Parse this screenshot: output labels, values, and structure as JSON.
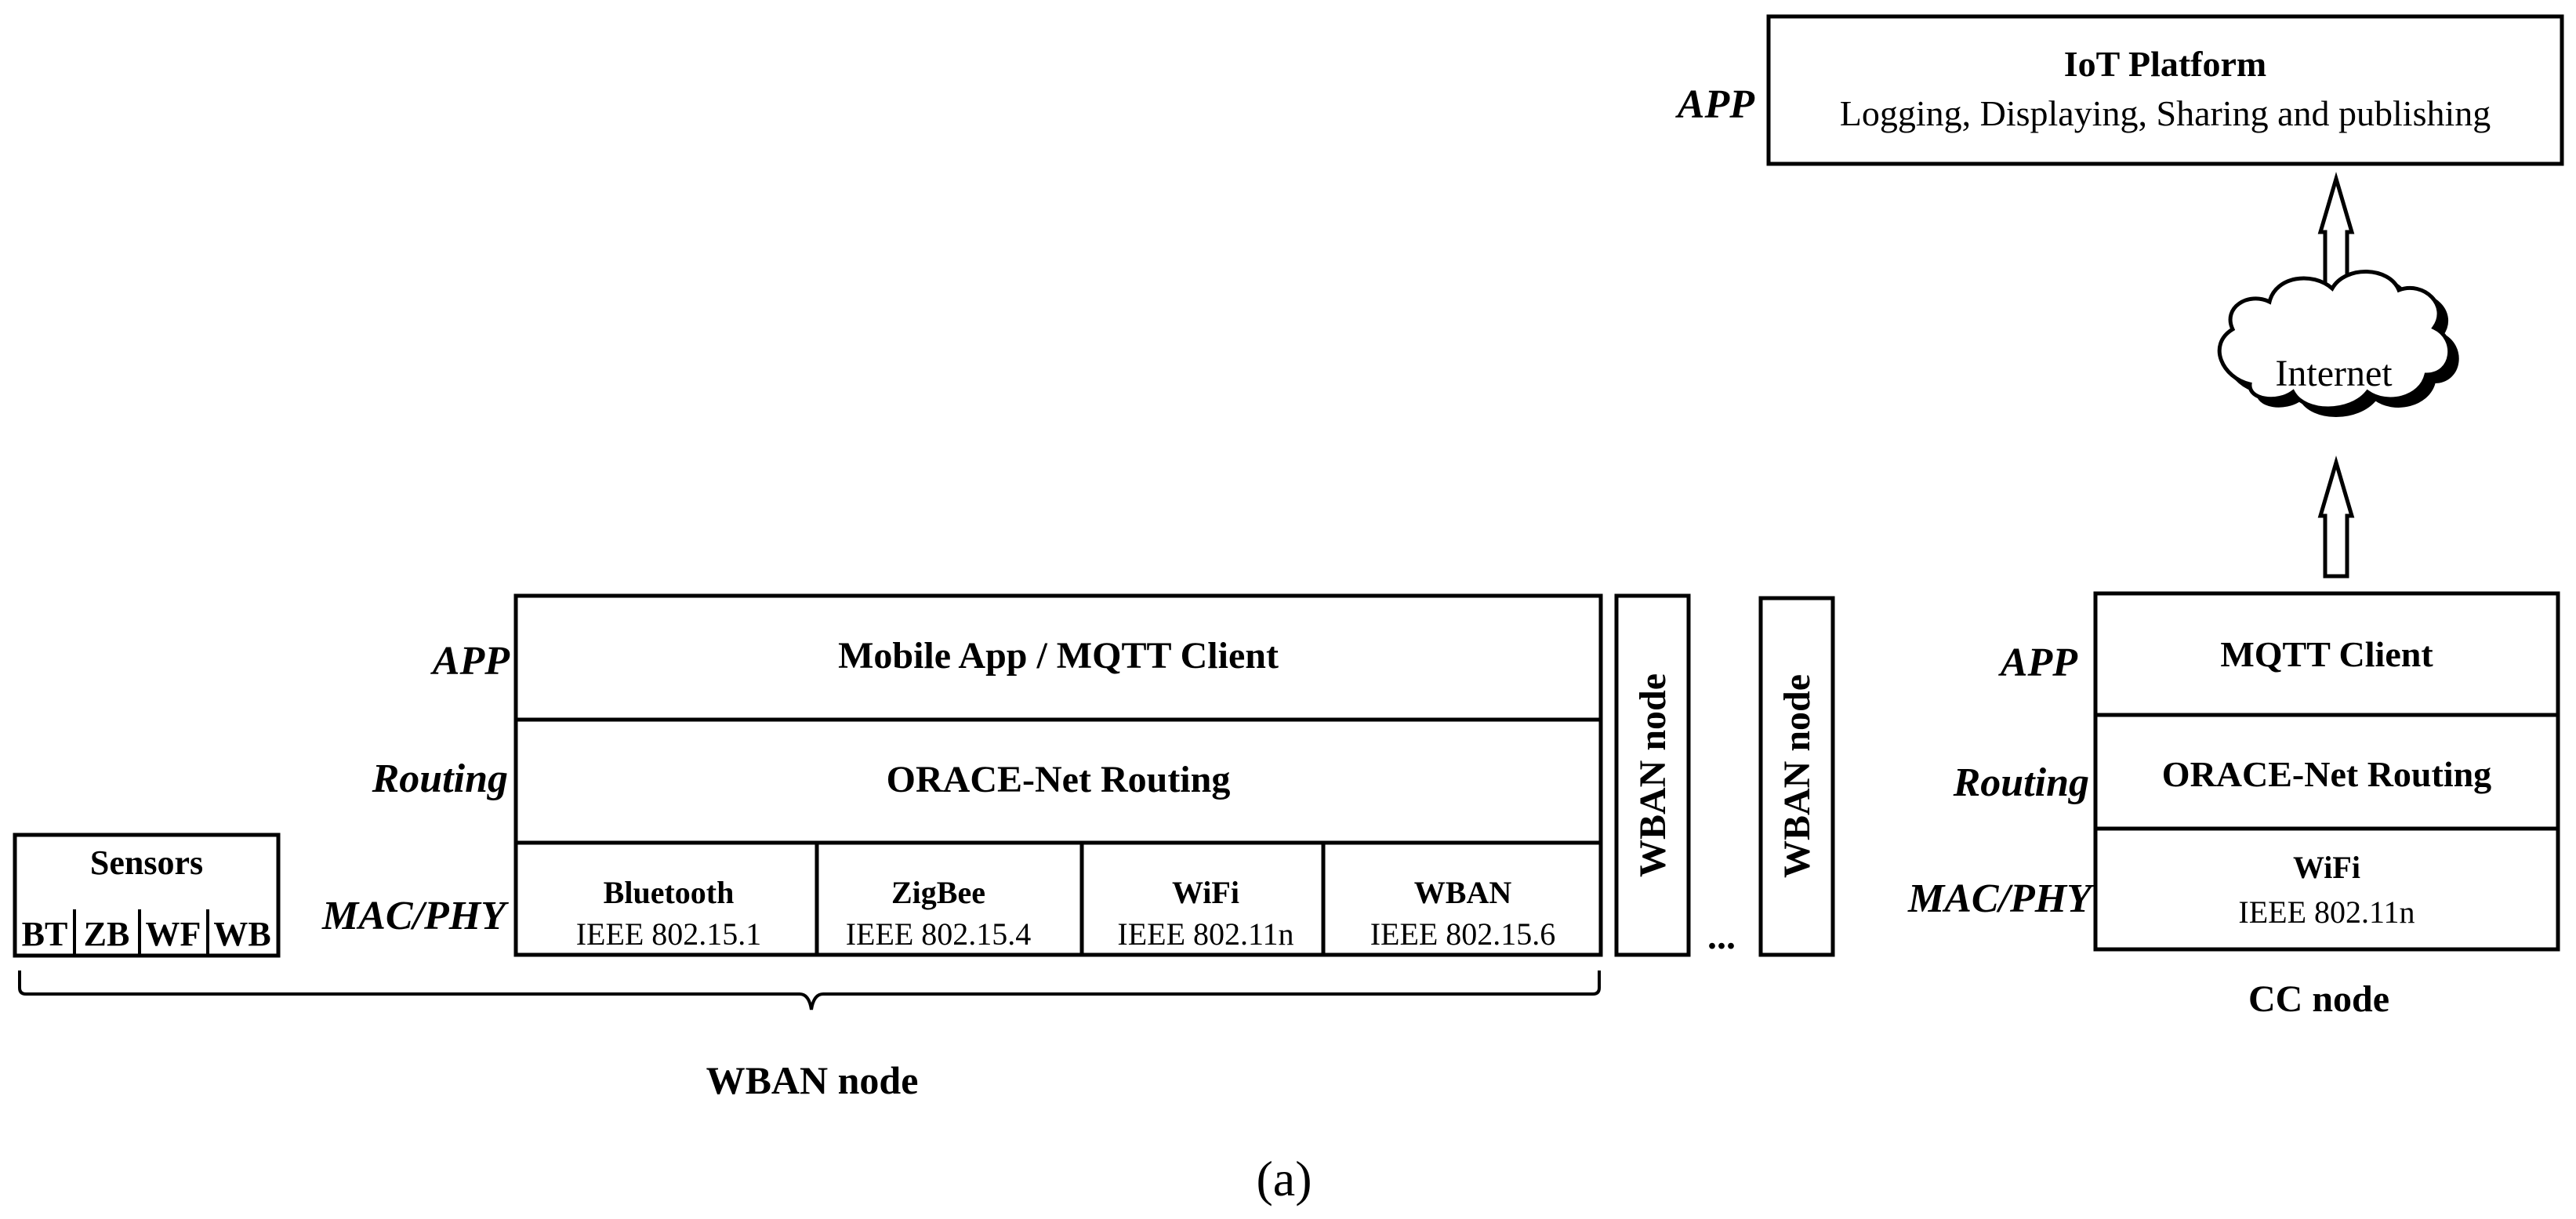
{
  "iot_platform": {
    "layer_label": "APP",
    "title": "IoT Platform",
    "description": "Logging, Displaying, Sharing and publishing"
  },
  "cloud": {
    "label": "Internet"
  },
  "cc_node": {
    "app_label": "APP",
    "routing_label": "Routing",
    "macphy_label": "MAC/PHY",
    "app": "MQTT Client",
    "routing": "ORACE-Net Routing",
    "radio_name": "WiFi",
    "radio_std": "IEEE 802.11n",
    "caption": "CC node"
  },
  "wban_stack": {
    "app_label": "APP",
    "routing_label": "Routing",
    "macphy_label": "MAC/PHY",
    "app": "Mobile App / MQTT Client",
    "routing": "ORACE-Net Routing",
    "radios": [
      {
        "name": "Bluetooth",
        "std": "IEEE 802.15.1"
      },
      {
        "name": "ZigBee",
        "std": "IEEE 802.15.4"
      },
      {
        "name": "WiFi",
        "std": "IEEE 802.11n"
      },
      {
        "name": "WBAN",
        "std": "IEEE 802.15.6"
      }
    ]
  },
  "sensors": {
    "title": "Sensors",
    "interfaces": [
      "BT",
      "ZB",
      "WF",
      "WB"
    ]
  },
  "other_nodes": {
    "label_1": "WBAN node",
    "label_2": "WBAN node",
    "ellipsis": "..."
  },
  "wban_caption": "WBAN node",
  "figure_label": "(a)"
}
